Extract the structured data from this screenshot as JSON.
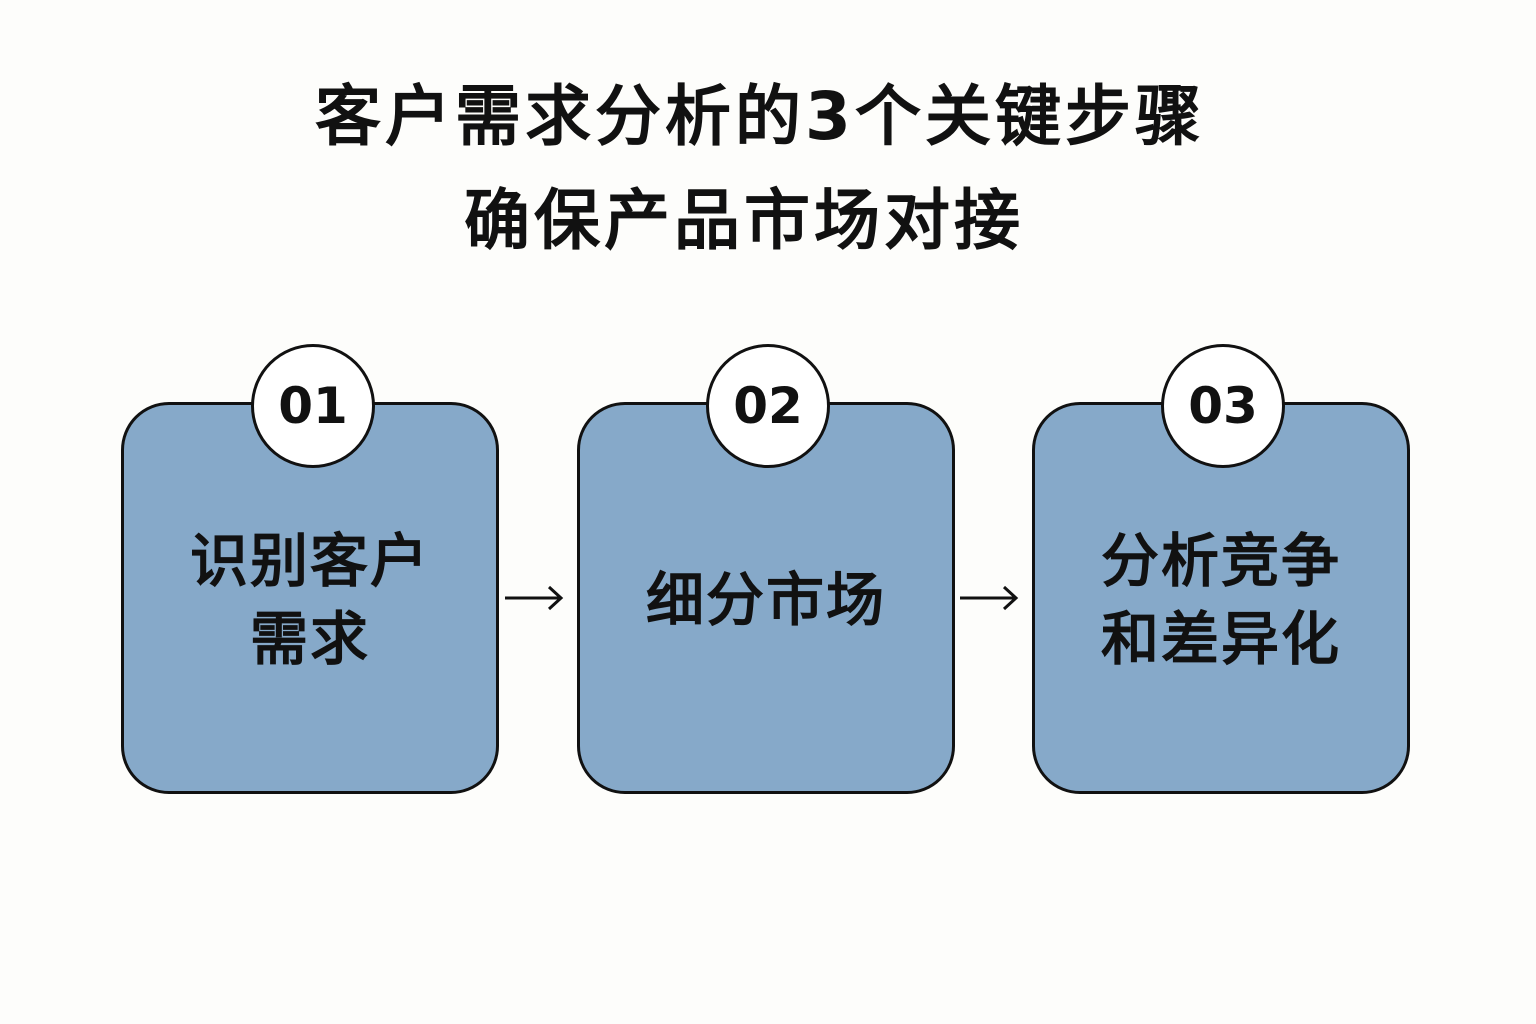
{
  "title": {
    "line1": "客户需求分析的3个关键步骤",
    "line2": "确保产品市场对接"
  },
  "steps": [
    {
      "number": "01",
      "line1": "识别客户",
      "line2": "需求"
    },
    {
      "number": "02",
      "line1": "细分市场",
      "line2": ""
    },
    {
      "number": "03",
      "line1": "分析竞争",
      "line2": "和差异化"
    }
  ],
  "colors": {
    "box_fill": "#86a9c9",
    "outline": "#111111",
    "background": "#fdfdfb"
  }
}
